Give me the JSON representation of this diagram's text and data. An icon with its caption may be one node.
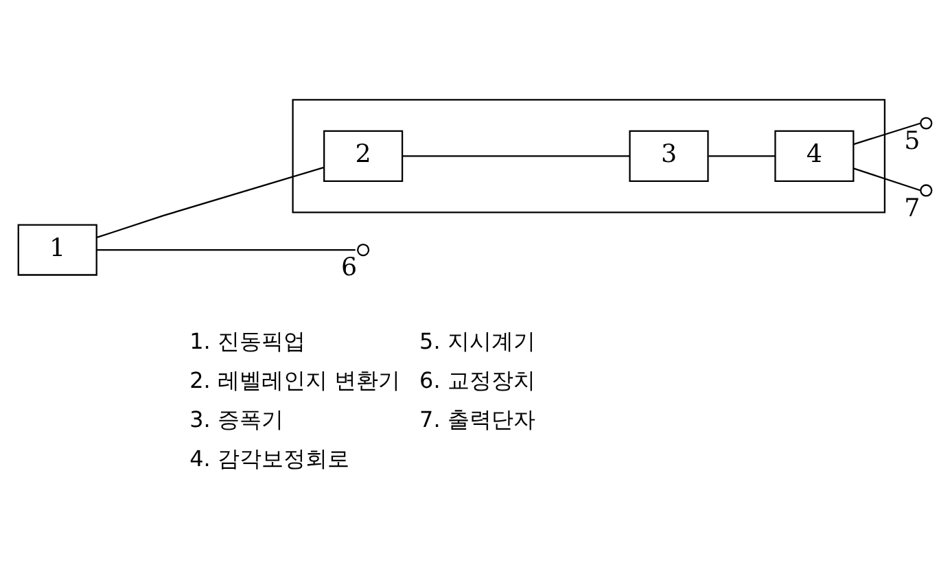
{
  "diagram": {
    "nodes": [
      {
        "text": [
          "1"
        ]
      },
      {
        "text": [],
        "shape": "box"
      },
      {
        "text": [
          "2"
        ],
        "in": 1
      },
      {
        "text": [
          "3"
        ],
        "in": 1
      },
      {
        "text": [
          "4"
        ],
        "in": 1
      },
      {
        "text": [],
        "shape": "circle",
        "beside": [
          "5"
        ]
      },
      {
        "text": [],
        "shape": "circle",
        "beside": [
          "6"
        ]
      },
      {
        "text": [],
        "shape": "circle",
        "beside": [
          "7"
        ]
      }
    ],
    "edges": [
      {
        "from": 0,
        "to": 2,
        "arrow": "none"
      },
      {
        "from": 0,
        "to": 6,
        "arrow": "none"
      },
      {
        "from": 2,
        "to": 3,
        "arrow": "none"
      },
      {
        "from": 3,
        "to": 4,
        "arrow": "none"
      },
      {
        "from": 4,
        "to": 5,
        "arrow": "none"
      },
      {
        "from": 4,
        "to": 7,
        "arrow": "none"
      }
    ],
    "labels": [
      "1. 진동픽업",
      "5. 지시계기",
      "2. 레벨레인지 변환기",
      "6. 교정장치",
      "3. 증폭기",
      "7. 출력단자",
      "4. 감각보정회로"
    ]
  }
}
